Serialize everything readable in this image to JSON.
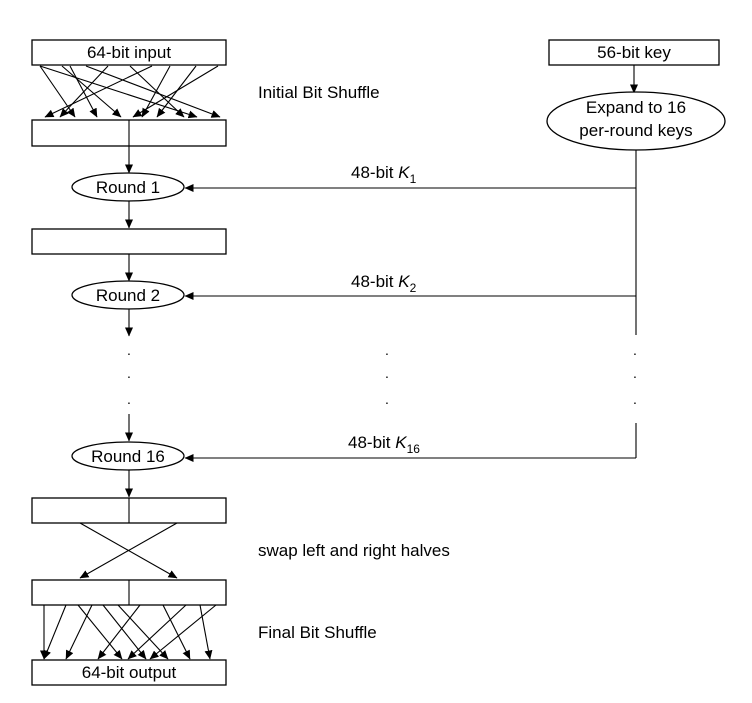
{
  "nodes": {
    "input": "64-bit input",
    "key": "56-bit key",
    "expand_line1": "Expand to 16",
    "expand_line2": "per-round keys",
    "round1": "Round 1",
    "round2": "Round 2",
    "round16": "Round 16",
    "output": "64-bit output"
  },
  "labels": {
    "initial_shuffle": "Initial Bit Shuffle",
    "swap": "swap left and right halves",
    "final_shuffle": "Final Bit Shuffle"
  },
  "keys": [
    {
      "prefix": "48-bit ",
      "symbol": "K",
      "subscript": "1"
    },
    {
      "prefix": "48-bit ",
      "symbol": "K",
      "subscript": "2"
    },
    {
      "prefix": "48-bit ",
      "symbol": "K",
      "subscript": "16"
    }
  ],
  "ellipsis": "."
}
